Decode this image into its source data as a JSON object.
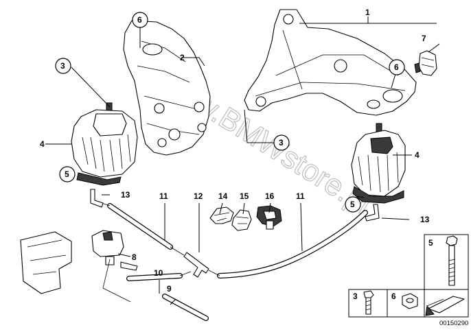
{
  "diagram": {
    "title": "Engine mount parts diagram",
    "watermark": "www.BMWstore.pl",
    "reference_number": "00150290",
    "callouts": [
      {
        "id": "c1",
        "label": "1",
        "circled": false
      },
      {
        "id": "c2",
        "label": "2",
        "circled": false
      },
      {
        "id": "c3a",
        "label": "3",
        "circled": true
      },
      {
        "id": "c3b",
        "label": "3",
        "circled": true
      },
      {
        "id": "c4a",
        "label": "4",
        "circled": false
      },
      {
        "id": "c4b",
        "label": "4",
        "circled": false
      },
      {
        "id": "c5a",
        "label": "5",
        "circled": true
      },
      {
        "id": "c5b",
        "label": "5",
        "circled": true
      },
      {
        "id": "c6a",
        "label": "6",
        "circled": true
      },
      {
        "id": "c6b",
        "label": "6",
        "circled": true
      },
      {
        "id": "c7",
        "label": "7",
        "circled": false
      },
      {
        "id": "c8",
        "label": "8",
        "circled": false
      },
      {
        "id": "c9",
        "label": "9",
        "circled": false
      },
      {
        "id": "c10",
        "label": "10",
        "circled": false
      },
      {
        "id": "c11a",
        "label": "11",
        "circled": false
      },
      {
        "id": "c11b",
        "label": "11",
        "circled": false
      },
      {
        "id": "c12",
        "label": "12",
        "circled": false
      },
      {
        "id": "c13a",
        "label": "13",
        "circled": false
      },
      {
        "id": "c13b",
        "label": "13",
        "circled": false
      },
      {
        "id": "c14",
        "label": "14",
        "circled": false
      },
      {
        "id": "c15",
        "label": "15",
        "circled": false
      },
      {
        "id": "c16",
        "label": "16",
        "circled": false
      }
    ],
    "legend": {
      "items": [
        {
          "label": "5",
          "part": "bolt"
        },
        {
          "label": "3",
          "part": "screw"
        },
        {
          "label": "6",
          "part": "nut"
        }
      ]
    }
  }
}
